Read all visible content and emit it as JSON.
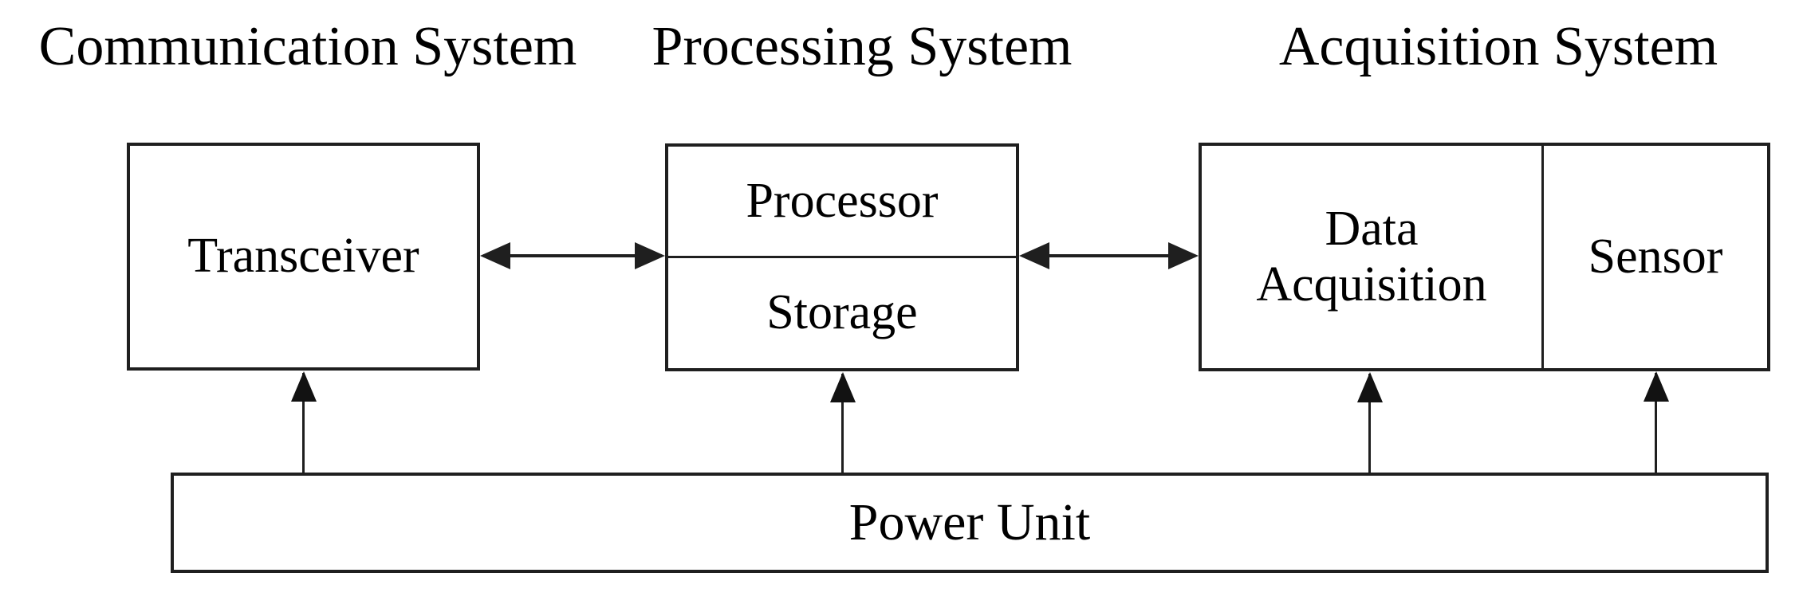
{
  "diagram": {
    "headers": [
      {
        "id": "communication",
        "label": "Communication System"
      },
      {
        "id": "processing",
        "label": "Processing System"
      },
      {
        "id": "acquisition",
        "label": "Acquisition System"
      }
    ],
    "blocks": {
      "transceiver": {
        "label": "Transceiver"
      },
      "processor": {
        "label": "Processor"
      },
      "storage": {
        "label": "Storage"
      },
      "data_acquisition": {
        "label": "Data Acquisition"
      },
      "sensor": {
        "label": "Sensor"
      },
      "power_unit": {
        "label": "Power Unit"
      }
    },
    "connections": [
      {
        "from": "transceiver",
        "to": "processing-system",
        "type": "bidirectional-arrow"
      },
      {
        "from": "processing-system",
        "to": "acquisition-system",
        "type": "bidirectional-arrow"
      },
      {
        "from": "power-unit",
        "to": "transceiver",
        "type": "arrow-up"
      },
      {
        "from": "power-unit",
        "to": "storage",
        "type": "arrow-up"
      },
      {
        "from": "power-unit",
        "to": "data-acquisition",
        "type": "arrow-up"
      },
      {
        "from": "power-unit",
        "to": "sensor",
        "type": "arrow-up"
      }
    ],
    "colors": {
      "line": "#1f1f1f",
      "text": "#000000",
      "background": "#ffffff"
    }
  }
}
